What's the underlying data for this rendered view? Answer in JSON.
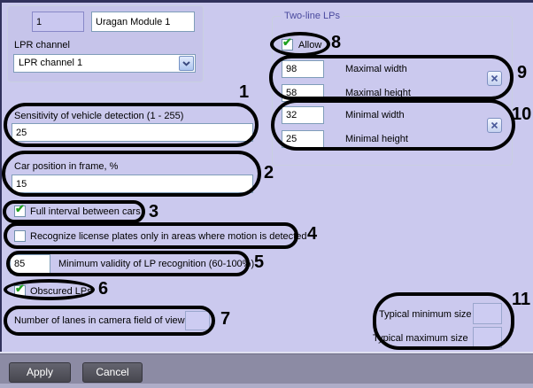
{
  "colors": {
    "window_bg": "#cbc9ee",
    "module_box_bg": "#c6c4ea",
    "bottom_bar_bg": "#8c8ba4",
    "button_bg": "#47474f",
    "group_title": "#4a4a9e",
    "check_green": "#1fa11f",
    "annotation": "#000000"
  },
  "icons": {
    "check": "✔"
  },
  "module": {
    "id": "1",
    "name": "Uragan Module 1",
    "channel_label": "LPR channel",
    "channel_value": "LPR channel 1"
  },
  "two_line": {
    "title": "Two-line LPs",
    "allow_label": "Allow",
    "allow_checked": true,
    "rows": [
      {
        "value": "98",
        "label": "Maximal width"
      },
      {
        "value": "58",
        "label": "Maximal height"
      },
      {
        "value": "32",
        "label": "Minimal width"
      },
      {
        "value": "25",
        "label": "Minimal height"
      }
    ]
  },
  "left": {
    "sensitivity": {
      "label": "Sensitivity of vehicle detection (1 - 255)",
      "value": "25"
    },
    "car_position": {
      "label": "Car position in frame, %",
      "value": "15"
    },
    "full_interval": {
      "label": "Full interval between cars",
      "checked": true
    },
    "recognize_motion": {
      "label": "Recognize license plates only in areas where motion is detected",
      "checked": false
    },
    "min_validity": {
      "label": "Minimum validity of LP recognition (60-100%)",
      "value": "85"
    },
    "obscured": {
      "label": "Obscured LPs",
      "checked": true
    },
    "lanes": {
      "label": "Number of lanes in camera field of view",
      "value": ""
    }
  },
  "typical": {
    "min_label": "Typical minimum size",
    "min_value": "",
    "max_label": "Typical maximum size",
    "max_value": ""
  },
  "buttons": {
    "apply": "Apply",
    "cancel": "Cancel"
  },
  "annotations": [
    "1",
    "2",
    "3",
    "4",
    "5",
    "6",
    "7",
    "8",
    "9",
    "10",
    "11"
  ]
}
